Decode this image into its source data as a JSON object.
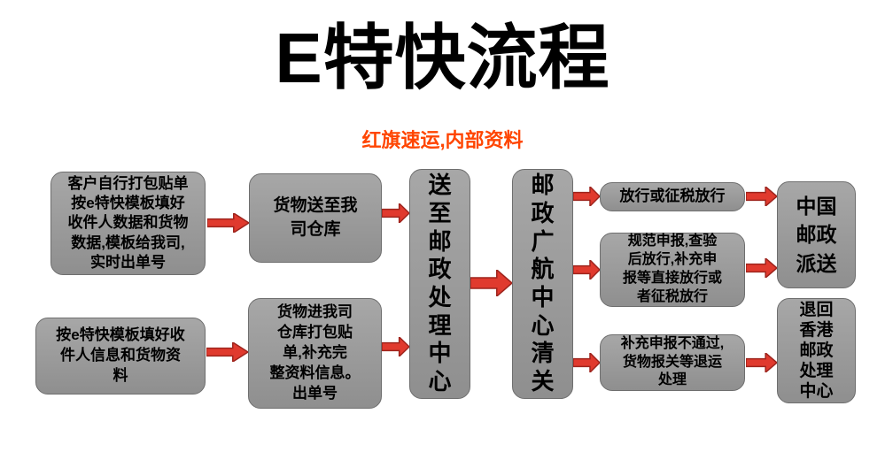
{
  "header": {
    "title": "E特快流程",
    "subtitle": "红旗速运,内部资料"
  },
  "flow": {
    "customer_self_pack": "客户自行打包贴单\n按e特快模板填好\n收件人数据和货物\n数据,模板给我司,\n实时出单号",
    "fill_template": "按e特快模板填好收\n件人信息和货物资\n料",
    "send_to_warehouse": "货物送至我\n司仓库",
    "warehouse_pack": "货物进我司\n仓库打包贴\n单,补充完\n整资料信息。\n出单号",
    "postal_processing_center": "送\n至\n邮\n政\n处\n理\n中\n心",
    "guanghang_customs": "邮\n政\n广\n航\n中\n心\n清\n关",
    "release_or_tax_release": "放行或征税放行",
    "standard_declaration": "规范申报,查验\n后放行,补充申\n报等直接放行或\n者征税放行",
    "declaration_failed": "补充申报不通过,\n货物报关等退运\n处理",
    "china_post_delivery": "中国\n邮政\n派送",
    "return_hk_postal": "退回\n香港\n邮政\n处理\n中心"
  },
  "colors": {
    "title_color": "#000000",
    "subtitle_color": "#ff4500",
    "box_fill": "#9b9b9b",
    "box_border": "#6e6e6e",
    "arrow_fill": "#e03a2e",
    "arrow_border": "#9e241d"
  }
}
